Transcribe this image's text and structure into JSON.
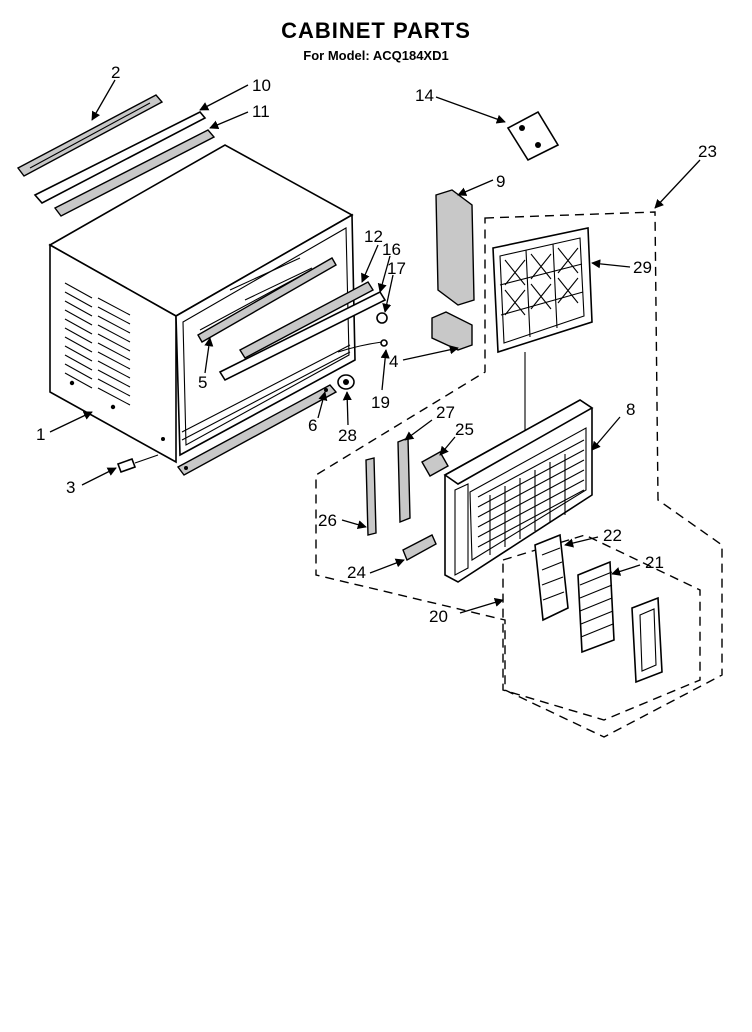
{
  "header": {
    "title": "CABINET PARTS",
    "subtitle": "For Model: ACQ184XD1"
  },
  "callouts": {
    "p1": "1",
    "p2": "2",
    "p3": "3",
    "p4": "4",
    "p5": "5",
    "p6": "6",
    "p8": "8",
    "p9": "9",
    "p10": "10",
    "p11": "11",
    "p12": "12",
    "p14": "14",
    "p16": "16",
    "p17": "17",
    "p19": "19",
    "p20": "20",
    "p21": "21",
    "p22": "22",
    "p23": "23",
    "p24": "24",
    "p25": "25",
    "p26": "26",
    "p27": "27",
    "p28": "28",
    "p29": "29"
  }
}
